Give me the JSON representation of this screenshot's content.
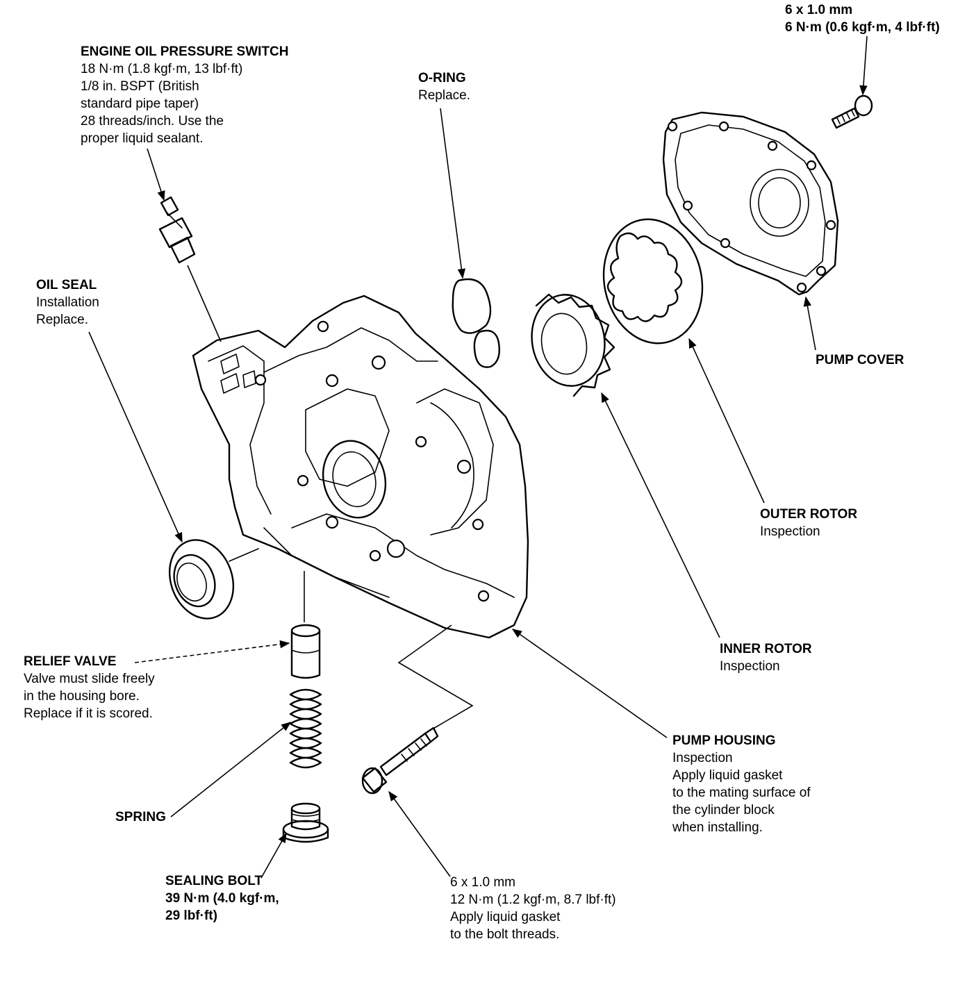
{
  "callouts": {
    "oil_pressure_switch": {
      "title": "ENGINE OIL PRESSURE SWITCH",
      "lines": [
        "18 N·m (1.8 kgf·m, 13 lbf·ft)",
        "1/8 in. BSPT (British",
        "standard pipe taper)",
        "28 threads/inch. Use the",
        "proper liquid sealant."
      ]
    },
    "o_ring": {
      "title": "O-RING",
      "lines": [
        "Replace."
      ]
    },
    "cover_bolt": {
      "title": "6 x 1.0 mm",
      "lines": [
        "6 N·m (0.6 kgf·m, 4 lbf·ft)"
      ]
    },
    "oil_seal": {
      "title": "OIL SEAL",
      "lines": [
        "Installation",
        "Replace."
      ]
    },
    "pump_cover": {
      "title": "PUMP COVER",
      "lines": []
    },
    "outer_rotor": {
      "title": "OUTER ROTOR",
      "lines": [
        "Inspection"
      ]
    },
    "inner_rotor": {
      "title": "INNER ROTOR",
      "lines": [
        "Inspection"
      ]
    },
    "relief_valve": {
      "title": "RELIEF VALVE",
      "lines": [
        "Valve must slide freely",
        "in the housing bore.",
        "Replace if it is scored."
      ]
    },
    "spring": {
      "title": "SPRING",
      "lines": []
    },
    "sealing_bolt": {
      "title": "SEALING BOLT",
      "lines": [
        "39 N·m (4.0 kgf·m,",
        "29 lbf·ft)"
      ]
    },
    "housing_bolt": {
      "title": "6 x 1.0 mm",
      "lines": [
        "12 N·m (1.2 kgf·m, 8.7 lbf·ft)",
        "Apply liquid gasket",
        "to the bolt threads."
      ]
    },
    "pump_housing": {
      "title": "PUMP HOUSING",
      "lines": [
        "Inspection",
        "Apply liquid gasket",
        "to the mating surface of",
        "the cylinder block",
        "when installing."
      ]
    }
  }
}
